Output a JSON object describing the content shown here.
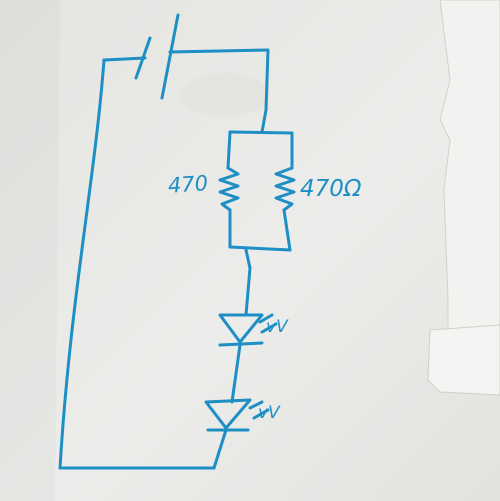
{
  "colors": {
    "paper": "#ebebe9",
    "paper_shadow": "#d6d6d3",
    "paper_note": "#f3f3f1",
    "ink": "#1d8fc4"
  },
  "resistor_left_label": "470",
  "resistor_right_label": "470Ω",
  "led_upper_symbol": "vV",
  "led_lower_symbol": "vV"
}
